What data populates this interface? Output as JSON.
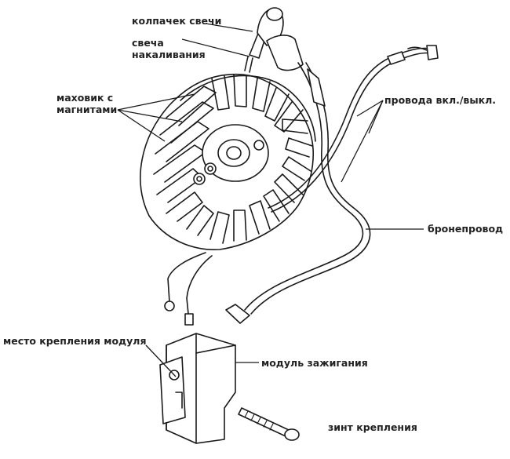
{
  "labels": {
    "spark_cap": "колпачек свечи",
    "spark_plug_line1": "свеча",
    "spark_plug_line2": "накаливания",
    "flywheel_line1": "маховик с",
    "flywheel_line2": "магнитами",
    "on_off_wires": "провода вкл./выкл.",
    "armored_wire": "бронепровод",
    "module_mount": "место крепления модуля",
    "ignition_module": "модуль зажигания",
    "mount_screw": "зинт крепления"
  }
}
